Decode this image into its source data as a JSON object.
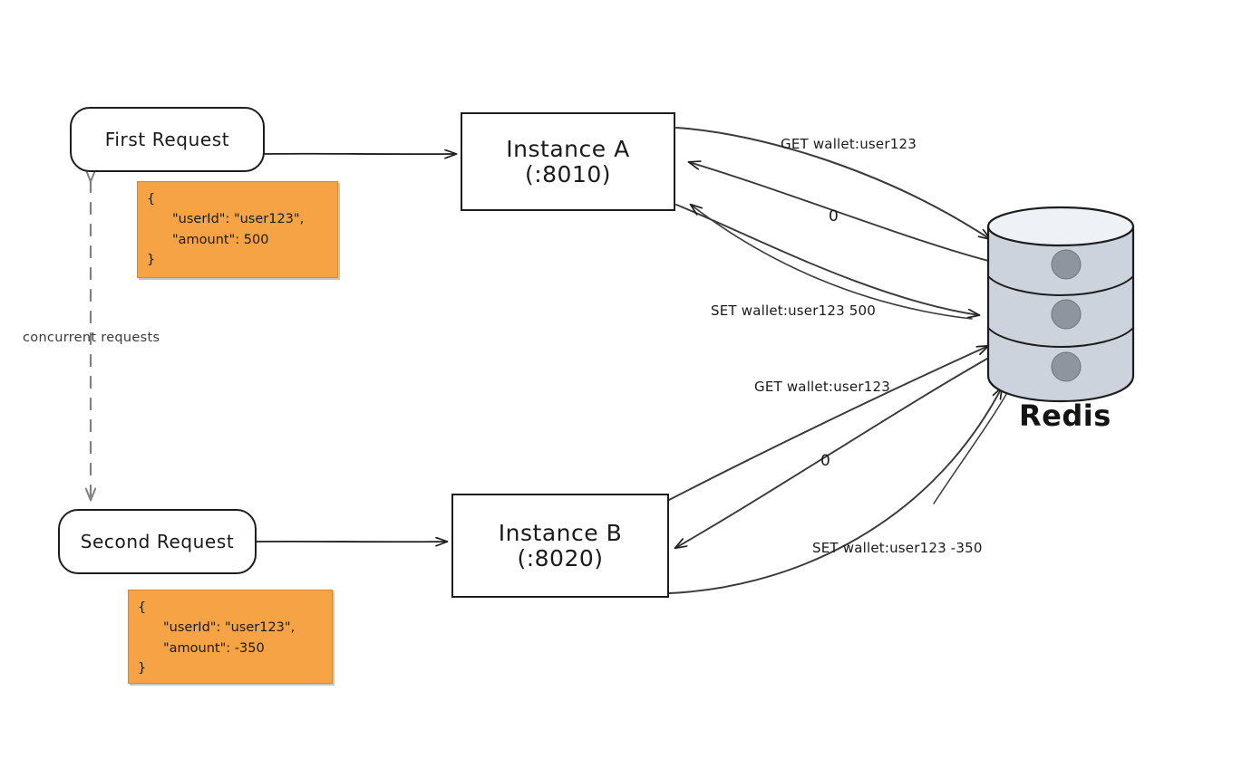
{
  "diagram": {
    "title": "Concurrent wallet update race condition via Redis",
    "colors": {
      "json_card_fill": "#F5A344",
      "json_card_stroke": "#d48a33",
      "stroke": "#1d1d1d",
      "database_fill": "#CDD3DC",
      "database_marker": "#8E959E",
      "background": "#ffffff",
      "dashed_arrow": "#808080"
    }
  },
  "nodes": {
    "first_request": {
      "label": "First Request"
    },
    "second_request": {
      "label": "Second Request"
    },
    "instance_a": {
      "line1": "Instance A",
      "line2": "(:8010)"
    },
    "instance_b": {
      "line1": "Instance B",
      "line2": "(:8020)"
    },
    "database": {
      "label": "Redis"
    }
  },
  "payloads": {
    "first": {
      "open_brace": "{",
      "line_user": "\"userId\": \"user123\",",
      "line_amount": "\"amount\": 500",
      "close_brace": "}"
    },
    "second": {
      "open_brace": "{",
      "line_user": "\"userId\": \"user123\",",
      "line_amount": "\"amount\": -350",
      "close_brace": "}"
    }
  },
  "edge_labels": {
    "a_get": "GET wallet:user123",
    "a_get_reply": "0",
    "a_set": "SET wallet:user123 500",
    "b_get": "GET wallet:user123",
    "b_get_reply": "0",
    "b_set": "SET wallet:user123 -350",
    "concurrency": "concurrent requests"
  }
}
